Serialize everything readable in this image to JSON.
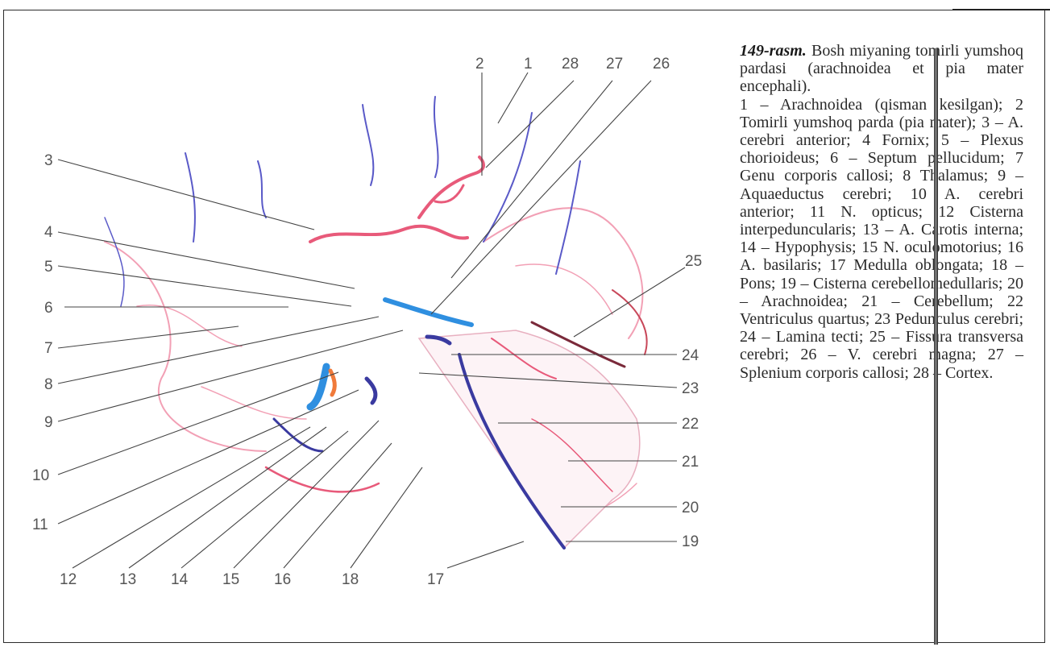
{
  "caption": {
    "title": "149-rasm.",
    "text": "Bosh miyaning tomirli yumshoq pardasi (arachnoidea et pia mater encephali).",
    "legend": "1 – Arachnoidea (qisman kesilgan); 2 Tomirli yumshoq parda (pia mater); 3 – A. cerebri anterior; 4 Fornix; 5 – Plexus chorioideus; 6 – Septum pellucidum; 7 Genu corporis callosi; 8 Thalamus; 9 – Aquaeductus cerebri; 10 A. cerebri anterior; 11 N. opticus; 12 Cisterna interpeduncularis; 13 – A. Carotis interna; 14 – Hypophysis; 15 N. oculomotorius; 16 A. basilaris; 17 Medulla oblongata; 18 – Pons; 19 – Cisterna cerebellomedullaris; 20 – Arachnoidea; 21 – Cerebellum; 22 Ventriculus quartus; 23 Pedunculus cerebri; 24 – Lamina tecti; 25 – Fissura transversa cerebri; 26 – V. cerebri magna; 27 – Splenium corporis callosi; 28 – Cortex."
  },
  "labels": {
    "l1": "1",
    "l2": "2",
    "l3": "3",
    "l4": "4",
    "l5": "5",
    "l6": "6",
    "l7": "7",
    "l8": "8",
    "l9": "9",
    "l10": "10",
    "l11": "11",
    "l12": "12",
    "l13": "13",
    "l14": "14",
    "l15": "15",
    "l16": "16",
    "l17": "17",
    "l18": "18",
    "l19": "19",
    "l20": "20",
    "l21": "21",
    "l22": "22",
    "l23": "23",
    "l24": "24",
    "l25": "25",
    "l26": "26",
    "l27": "27",
    "l28": "28"
  },
  "colors": {
    "artery": "#e85a7a",
    "vein": "#3a3aa0",
    "ventricle": "#2f8fe0",
    "leader": "#444444"
  }
}
